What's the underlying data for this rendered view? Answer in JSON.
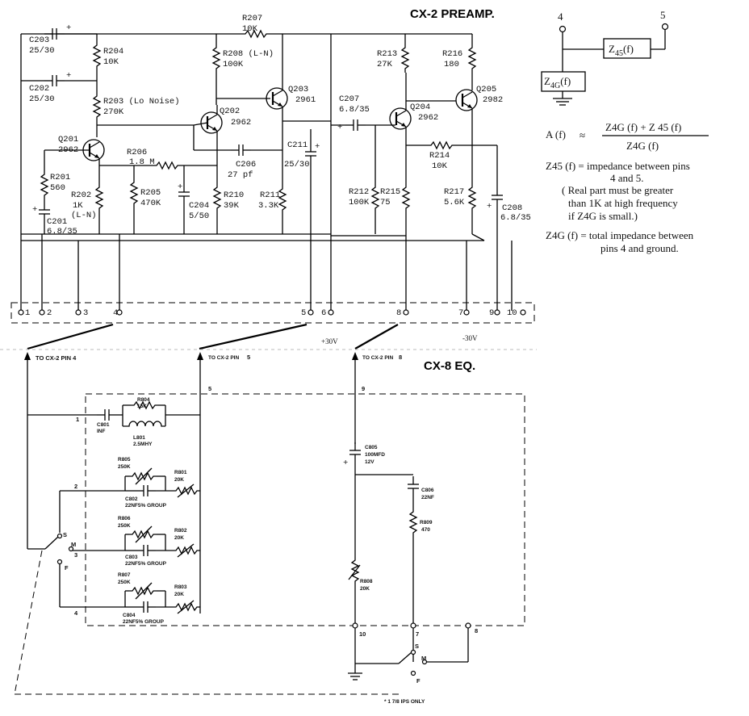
{
  "titles": {
    "preamp": "CX-2 PREAMP.",
    "eq": "CX-8 EQ."
  },
  "preamp_components": {
    "r207": "R207",
    "r207v": "10K",
    "c203": "C203",
    "c203v": "25/30",
    "c202": "C202",
    "c202v": "25/30",
    "r204": "R204",
    "r204v": "10K",
    "r203": "R203 (Lo Noise)",
    "r203v": "270K",
    "r208": "R208 (L-N)",
    "r208v": "100K",
    "q203": "Q203",
    "q203v": "2961",
    "q202": "Q202",
    "q202v": "2962",
    "q201": "Q201",
    "q201v": "2962",
    "r206": "R206",
    "r206v": "1.8 M",
    "c206": "C206",
    "c206v": "27 pf",
    "r201": "R201",
    "r201v": "560",
    "r202": "R202",
    "r202v": "1K",
    "r202v2": "(L-N)",
    "c201": "C201",
    "c201v": "6.8/35",
    "r205": "R205",
    "r205v": "470K",
    "c204": "C204",
    "c204v": "5/50",
    "r210": "R210",
    "r210v": "39K",
    "r211": "R211",
    "r211v": "3.3K",
    "c211": "C211",
    "c211v": "25/30",
    "c207": "C207",
    "c207v": "6.8/35",
    "r213": "R213",
    "r213v": "27K",
    "r216": "R216",
    "r216v": "180",
    "q205": "Q205",
    "q205v": "2982",
    "q204": "Q204",
    "q204v": "2962",
    "r214": "R214",
    "r214v": "10K",
    "r212": "R212",
    "r212v": "100K",
    "r215": "R215",
    "r215v": "75",
    "r217": "R217",
    "r217v": "5.6K",
    "c208": "C208",
    "c208v": "6.8/35"
  },
  "pins": [
    "1",
    "2",
    "3",
    "4",
    "5",
    "6",
    "8",
    "7",
    "9",
    "10"
  ],
  "supply": {
    "pos": "+30V",
    "neg": "-30V"
  },
  "eq_labels": {
    "to4": "TO CX-2 PIN 4",
    "to5": "TO CX-2 PIN",
    "to5n": "5",
    "to8": "TO CX-2 PIN",
    "to8n": "8",
    "n5": "5",
    "n9": "9",
    "n1": "1",
    "n2": "2",
    "n3": "3",
    "n4": "4",
    "n10": "10",
    "n7": "7",
    "n8": "8",
    "c801": "C801",
    "c801v": "INF",
    "r804": "R804",
    "r804v": "15K",
    "l801": "L801",
    "l801v": "2.5MHY",
    "r805": "R805",
    "r805v": "250K",
    "r801": "R801",
    "r801v": "20K",
    "c802": "C802",
    "c802v": "22NF5% GROUP",
    "r806": "R806",
    "r806v": "250K",
    "r802": "R802",
    "r802v": "20K",
    "c803": "C803",
    "c803v": "22NF5% GROUP",
    "r807": "R807",
    "r807v": "250K",
    "r803": "R803",
    "r803v": "20K",
    "c804": "C804",
    "c804v": "22NF5% GROUP",
    "c805": "C805",
    "c805v": "100MFD",
    "c805v2": "12V",
    "c806": "C806",
    "c806v": "22NF",
    "r809": "R809",
    "r809v": "470",
    "r808": "R808",
    "r808v": "20K",
    "s1": "S",
    "m1": "M",
    "f1": "F",
    "s2": "S",
    "m2": "M",
    "f2": "F",
    "note": "* 1 7/8 IPS ONLY"
  },
  "formula": {
    "pin4": "4",
    "pin5": "5",
    "z45": "Z",
    "z45sub": "45",
    "z45f": "(f)",
    "z4g": "Z",
    "z4gsub": "4G",
    "z4gf": "(f)",
    "a": "A (f)",
    "approx": "≈",
    "num": "Z4G (f) + Z 45 (f)",
    "den": "Z4G (f)",
    "def1a": "Z45 (f) = impedance between pins",
    "def1b": "4 and 5.",
    "note1": "( Real part must be greater",
    "note2": "than 1K at high frequency",
    "note3": "if Z4G is small.)",
    "def2a": "Z4G (f) = total impedance between",
    "def2b": "pins 4 and ground."
  }
}
